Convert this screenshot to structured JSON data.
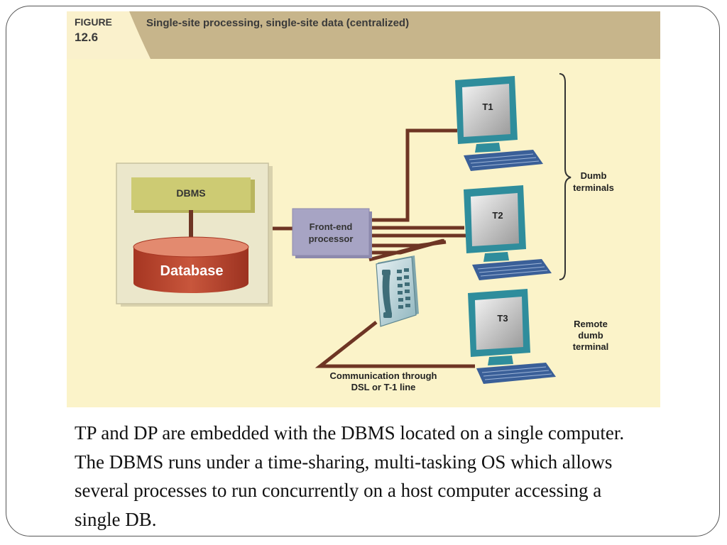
{
  "figure": {
    "label_line1": "FIGURE",
    "label_line2": "12.6",
    "title": "Single-site processing, single-site data (centralized)",
    "dbms_label": "DBMS",
    "database_label": "Database",
    "front_end_line1": "Front-end",
    "front_end_line2": "processor",
    "terminals": [
      {
        "label": "T1"
      },
      {
        "label": "T2"
      },
      {
        "label": "T3"
      }
    ],
    "dumb_terminals_line1": "Dumb",
    "dumb_terminals_line2": "terminals",
    "remote_line1": "Remote",
    "remote_line2": "dumb",
    "remote_line3": "terminal",
    "comm_line1": "Communication through",
    "comm_line2": "DSL or T-1 line",
    "colors": {
      "background": "#fbf3c9",
      "header": "#c7b58b",
      "dbms_box": "#cdcb73",
      "database": "#b8412b",
      "front_end": "#a7a4c4",
      "wire": "#6e3524",
      "monitor": "#2f8d9c"
    }
  },
  "text": {
    "paragraph1": "TP and DP are embedded with the DBMS located on a single computer.",
    "paragraph2": "The DBMS runs under a time-sharing, multi-tasking OS which allows several processes to run concurrently on a host computer accessing a single DB."
  }
}
